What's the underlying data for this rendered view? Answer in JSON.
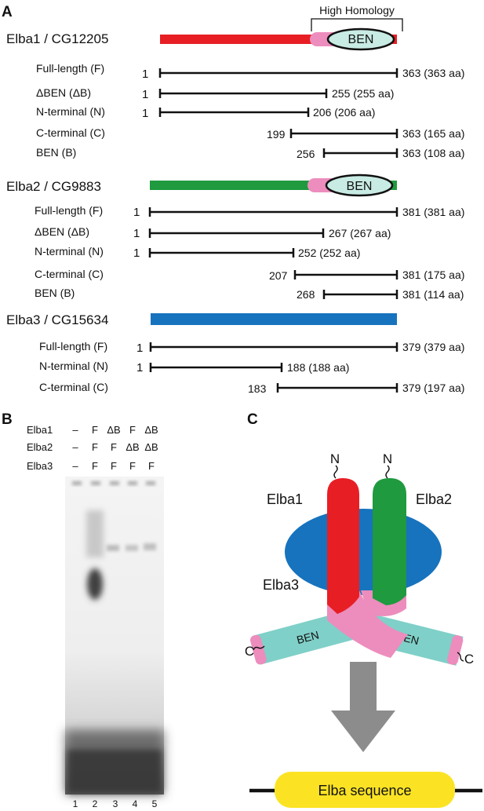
{
  "panels": {
    "a": "A",
    "b": "B",
    "c": "C"
  },
  "colors": {
    "elba1": "#e81e25",
    "elba2": "#1f9a3f",
    "elba3": "#1773bd",
    "linker_pink": "#ec8dbd",
    "ben_domain": "#c8ebe3",
    "ben_cartoon": "#7fd0c8",
    "arrow_gray": "#8c8c8c",
    "sequence_yellow": "#fbe324"
  },
  "high_homology_label": "High Homology",
  "proteins": [
    {
      "title": "Elba1 / CG12205",
      "has_ben": true,
      "ben_label": "BEN",
      "constructs": [
        {
          "label": "Full-length (F)",
          "start": "1",
          "end": "363 (363 aa)"
        },
        {
          "label": "ΔBEN (ΔB)",
          "start": "1",
          "end": "255 (255 aa)"
        },
        {
          "label": "N-terminal (N)",
          "start": "1",
          "end": "206 (206 aa)"
        },
        {
          "label": "C-terminal (C)",
          "start": "199",
          "end": "363 (165 aa)"
        },
        {
          "label": "BEN (B)",
          "start": "256",
          "end": "363 (108 aa)"
        }
      ]
    },
    {
      "title": "Elba2 / CG9883",
      "has_ben": true,
      "ben_label": "BEN",
      "constructs": [
        {
          "label": "Full-length (F)",
          "start": "1",
          "end": "381 (381 aa)"
        },
        {
          "label": "ΔBEN (ΔB)",
          "start": "1",
          "end": "267 (267 aa)"
        },
        {
          "label": "N-terminal (N)",
          "start": "1",
          "end": "252 (252 aa)"
        },
        {
          "label": "C-terminal (C)",
          "start": "207",
          "end": "381 (175 aa)"
        },
        {
          "label": "BEN (B)",
          "start": "268",
          "end": "381 (114 aa)"
        }
      ]
    },
    {
      "title": "Elba3 / CG15634",
      "has_ben": false,
      "constructs": [
        {
          "label": "Full-length (F)",
          "start": "1",
          "end": "379 (379 aa)"
        },
        {
          "label": "N-terminal (N)",
          "start": "1",
          "end": "188 (188 aa)"
        },
        {
          "label": "C-terminal (C)",
          "start": "183",
          "end": "379 (197 aa)"
        }
      ]
    }
  ],
  "gel": {
    "row_labels": [
      "Elba1",
      "Elba2",
      "Elba3"
    ],
    "lanes": [
      {
        "number": "1",
        "elba1": "–",
        "elba2": "–",
        "elba3": "–"
      },
      {
        "number": "2",
        "elba1": "F",
        "elba2": "F",
        "elba3": "F"
      },
      {
        "number": "3",
        "elba1": "ΔB",
        "elba2": "F",
        "elba3": "F"
      },
      {
        "number": "4",
        "elba1": "F",
        "elba2": "ΔB",
        "elba3": "F"
      },
      {
        "number": "5",
        "elba1": "ΔB",
        "elba2": "ΔB",
        "elba3": "F"
      }
    ]
  },
  "cartoon": {
    "elba1": "Elba1",
    "elba2": "Elba2",
    "elba3": "Elba3",
    "ben": "BEN",
    "n_terminus": "N",
    "c_terminus": "C",
    "sequence": "Elba sequence"
  }
}
